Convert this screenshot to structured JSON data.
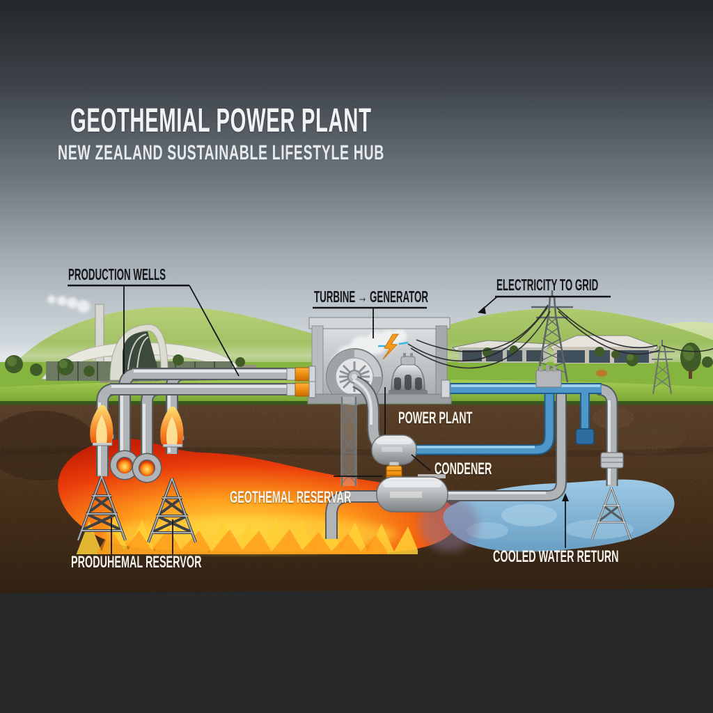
{
  "title": {
    "main": "GEOTHEMIAL POWER PLANT",
    "subtitle": "NEW ZEALAND SUSTAINABLE LIFESTYLE HUB"
  },
  "callouts": {
    "production_wells": {
      "label": "PRODUCTION WELLS"
    },
    "turbine_generator": {
      "label": "TURBINE → GENERATOR"
    },
    "electricity_to_grid": {
      "label": "ELECTRICITY TO GRID"
    },
    "power_plant": {
      "label": "POWER PLANT"
    },
    "condenser": {
      "label": "CONDENER"
    },
    "geothermal_reservoir": {
      "label": "GEOTHEMAL RESERVAR"
    },
    "production_reservoir": {
      "label": "PRODUHEMAL RESERVOR"
    },
    "cooled_water_return": {
      "label": "COOLED WATER RETURN"
    }
  },
  "palette": {
    "sky_top": "#24272b",
    "sky_horizon": "#e9eef1",
    "grass": "#8fbc3f",
    "soil": "#5a4027",
    "magma_red": "#d52708",
    "magma_yellow": "#ffd43a",
    "water_blue": "#7fb6d9",
    "pipe_silver": "#b0b4b7",
    "pipe_blue": "#4f97c9",
    "accent_orange": "#ee8d0e",
    "label_dark": "#15161a",
    "label_light": "#f7f3ea"
  }
}
